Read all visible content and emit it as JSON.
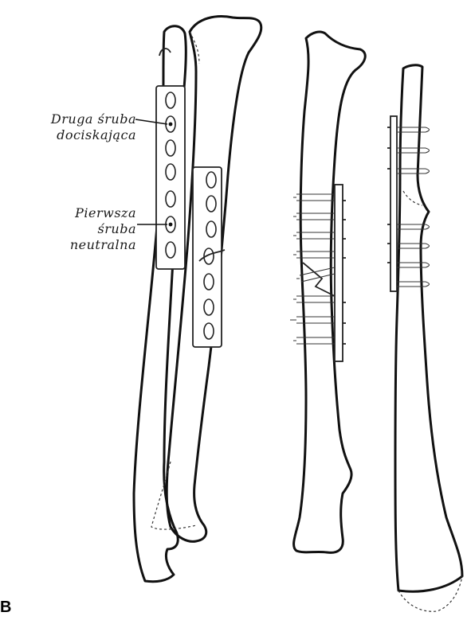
{
  "labels": {
    "second_screw_line1": "Druga śruba",
    "second_screw_line2": "dociskająca",
    "first_screw_line1": "Pierwsza",
    "first_screw_line2": "śruba",
    "first_screw_line3": "neutralna"
  },
  "panel_letter": "B",
  "colors": {
    "line": "#111111",
    "background": "#ffffff"
  }
}
